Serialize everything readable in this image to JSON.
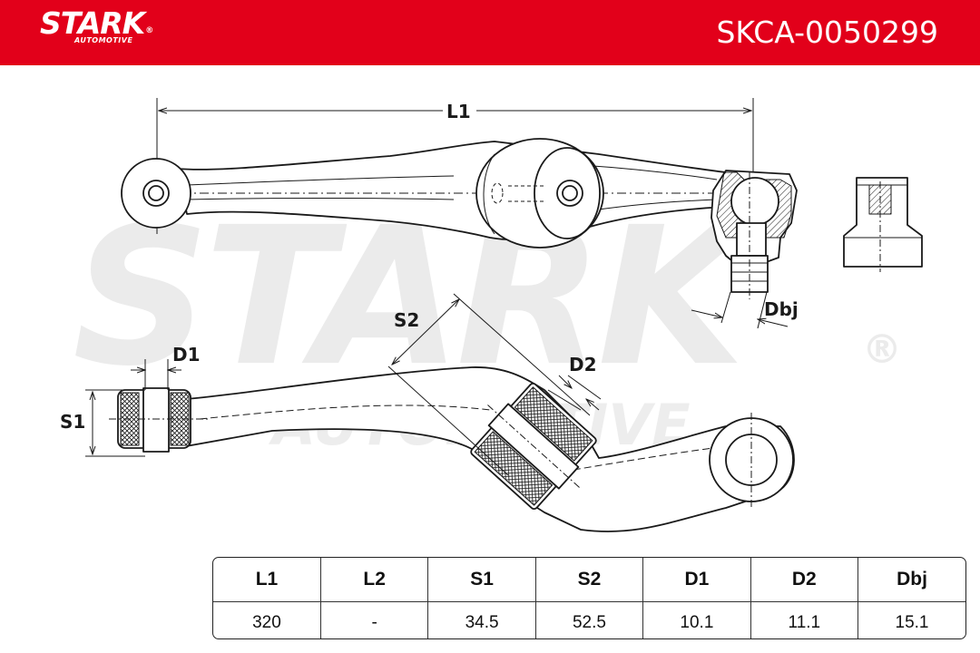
{
  "header": {
    "brand": "STARK",
    "brand_reg": "®",
    "brand_sub": "AUTOMOTIVE",
    "part_number": "SKCA-0050299"
  },
  "watermark": {
    "brand": "STARK",
    "sub": "AUTOMOTIVE",
    "reg": "®"
  },
  "labels": {
    "l1": "L1",
    "dbj": "Dbj",
    "s2": "S2",
    "d1": "D1",
    "d2": "D2",
    "s1": "S1"
  },
  "colors": {
    "brand_red": "#e2001a",
    "line": "#1a1a1a",
    "watermark": "#ebebeb"
  },
  "spec_table": {
    "headers": [
      "L1",
      "L2",
      "S1",
      "S2",
      "D1",
      "D2",
      "Dbj"
    ],
    "values": [
      "320",
      "-",
      "34.5",
      "52.5",
      "10.1",
      "11.1",
      "15.1"
    ]
  }
}
